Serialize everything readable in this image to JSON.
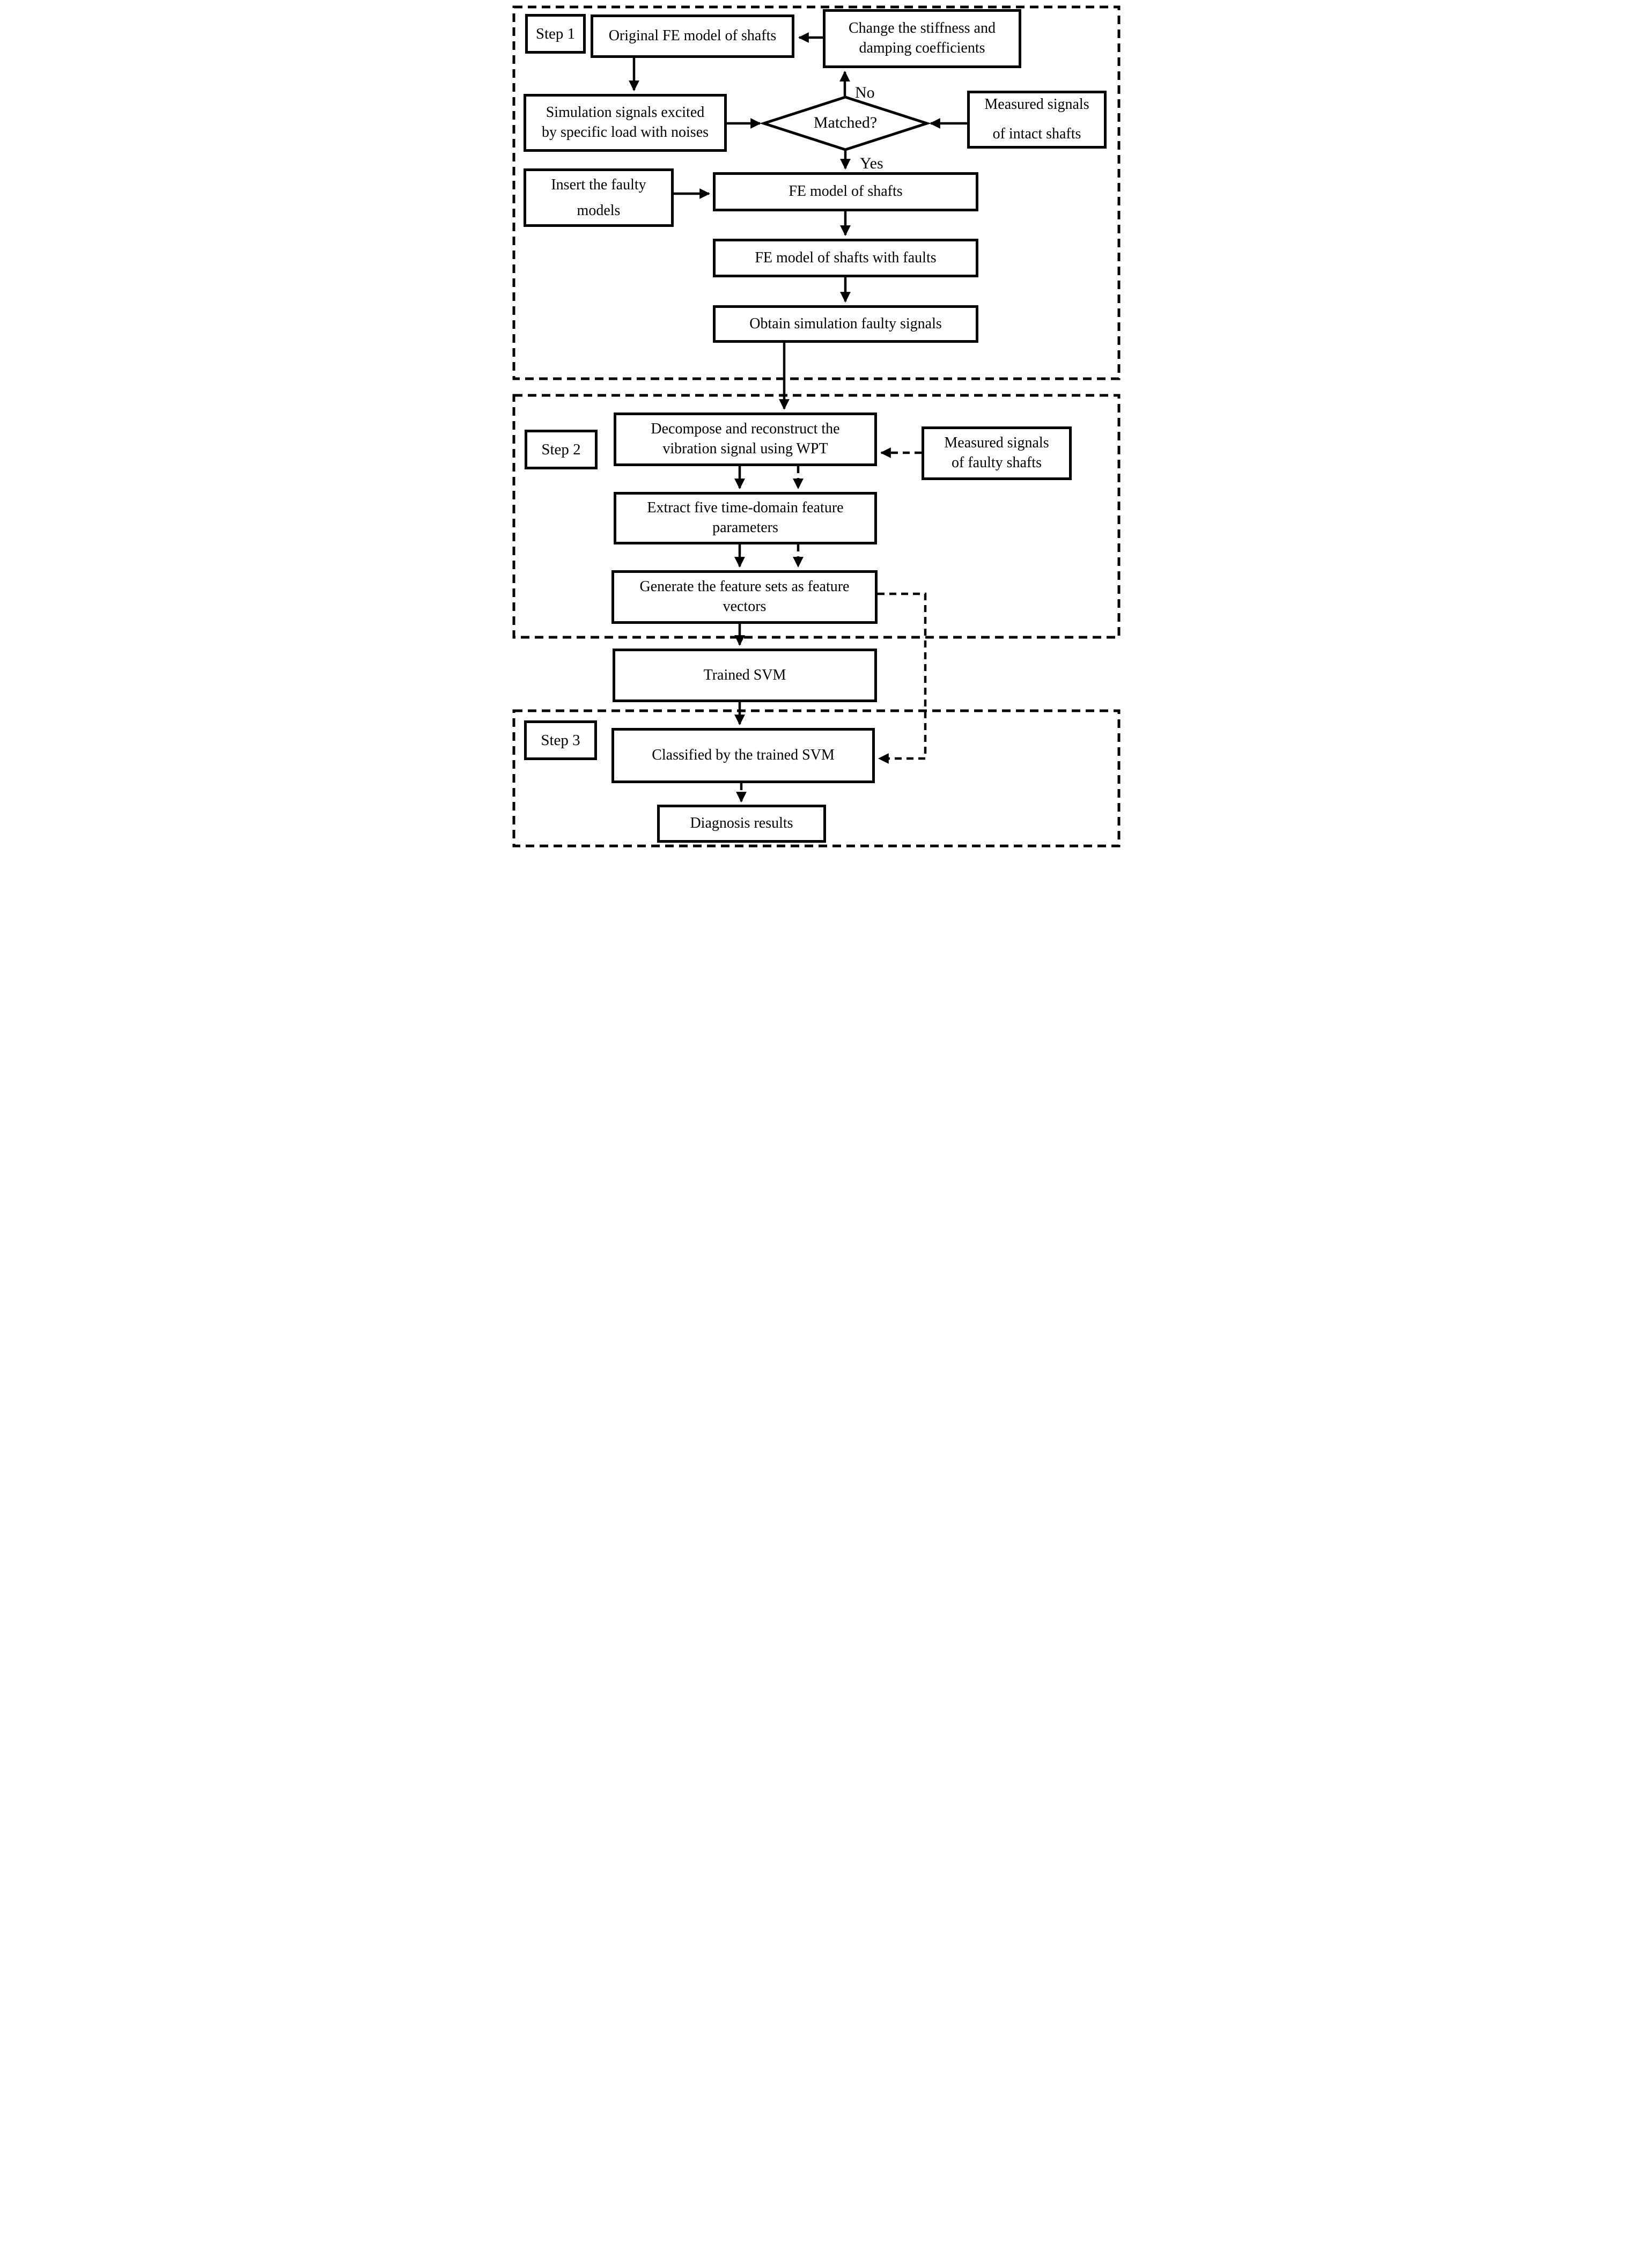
{
  "figure": {
    "type": "flowchart",
    "description": "Three-step shaft fault diagnosis flowchart",
    "colors": {
      "ink": "#000000",
      "background": "#ffffff"
    }
  },
  "steps": {
    "step1": {
      "label": "Step 1"
    },
    "step2": {
      "label": "Step 2"
    },
    "step3": {
      "label": "Step 3"
    }
  },
  "nodes": {
    "original_fe": {
      "label": "Original FE model of shafts"
    },
    "change_coeffs": {
      "label": "Change the stiffness and\ndamping coefficients"
    },
    "simulation_signals": {
      "label": "Simulation signals excited\nby specific load with noises"
    },
    "matched": {
      "label": "Matched?"
    },
    "measured_intact": {
      "label": "Measured signals\nof intact shafts"
    },
    "insert_faulty": {
      "label": "Insert the faulty\nmodels"
    },
    "fe_model": {
      "label": "FE model of shafts"
    },
    "fe_model_faults": {
      "label": "FE model of shafts with faults"
    },
    "obtain_signals": {
      "label": "Obtain simulation faulty signals"
    },
    "decompose": {
      "label": "Decompose and reconstruct the\nvibration signal using WPT"
    },
    "measured_faulty": {
      "label": "Measured signals\nof faulty shafts"
    },
    "extract": {
      "label": "Extract five time-domain feature\nparameters"
    },
    "generate": {
      "label": "Generate the feature sets as feature\nvectors"
    },
    "trained_svm": {
      "label": "Trained SVM"
    },
    "classified": {
      "label": "Classified by the trained SVM"
    },
    "diagnosis": {
      "label": "Diagnosis results"
    }
  },
  "decision_labels": {
    "no": "No",
    "yes": "Yes"
  }
}
